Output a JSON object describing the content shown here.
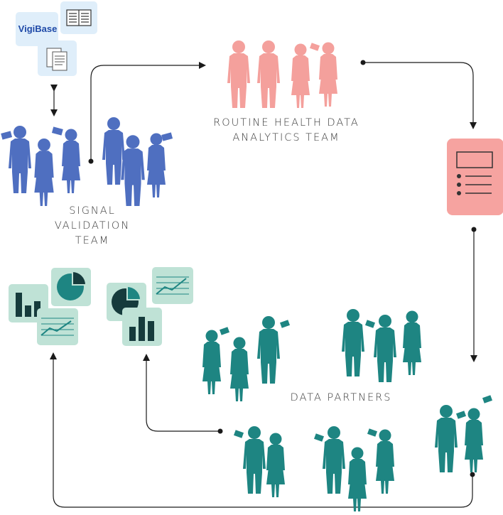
{
  "vigibase_label": "VigiBase",
  "teams": {
    "signal_validation": [
      "SIGNAL",
      "VALIDATION",
      "TEAM"
    ],
    "routine_health_data": [
      "ROUTINE HEALTH DATA",
      "ANALYTICS TEAM"
    ],
    "data_partners": "DATA PARTNERS"
  },
  "colors": {
    "blue_team": "#4f6fc0",
    "pink_team": "#f4a09c",
    "teal_team": "#1e8582",
    "report_card": "#f6a3a0",
    "tile_teal": "#bfe2d6",
    "tile_blue": "#dfeefa",
    "arrow": "#1a1a1a"
  },
  "icons": [
    "vigibase-logo",
    "book-icon",
    "documents-icon",
    "report-icon",
    "bar-chart-icon",
    "pie-chart-icon",
    "trend-chart-icon"
  ]
}
